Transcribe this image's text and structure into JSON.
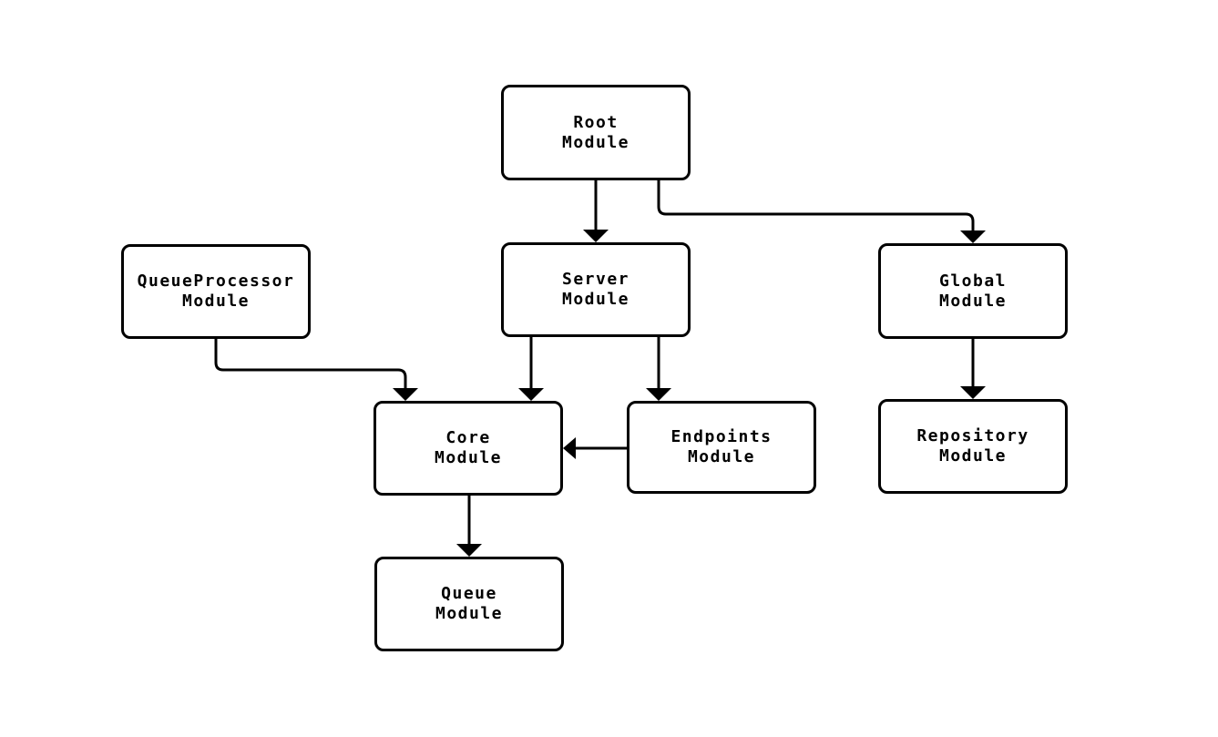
{
  "diagram": {
    "background_color": "#ffffff",
    "stroke_color": "#000000",
    "node_fill_color": "#ffffff",
    "nodes": {
      "root": {
        "line1": "Root",
        "line2": "Module"
      },
      "queue_processor": {
        "line1": "QueueProcessor",
        "line2": "Module"
      },
      "server": {
        "line1": "Server",
        "line2": "Module"
      },
      "global": {
        "line1": "Global",
        "line2": "Module"
      },
      "core": {
        "line1": "Core",
        "line2": "Module"
      },
      "endpoints": {
        "line1": "Endpoints",
        "line2": "Module"
      },
      "repository": {
        "line1": "Repository",
        "line2": "Module"
      },
      "queue": {
        "line1": "Queue",
        "line2": "Module"
      }
    },
    "edges": [
      {
        "from": "Root Module",
        "to": "Server Module"
      },
      {
        "from": "Root Module",
        "to": "Global Module"
      },
      {
        "from": "QueueProcessor Module",
        "to": "Core Module"
      },
      {
        "from": "Server Module",
        "to": "Core Module"
      },
      {
        "from": "Server Module",
        "to": "Endpoints Module"
      },
      {
        "from": "Endpoints Module",
        "to": "Core Module"
      },
      {
        "from": "Global Module",
        "to": "Repository Module"
      },
      {
        "from": "Core Module",
        "to": "Queue Module"
      }
    ]
  }
}
